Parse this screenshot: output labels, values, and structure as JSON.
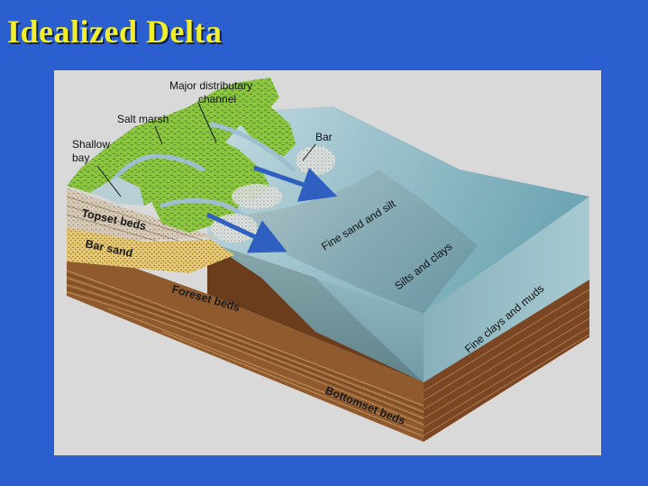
{
  "slide": {
    "title": "Idealized Delta"
  },
  "colors": {
    "background": "#2b5fd0",
    "title": "#f2ee2a",
    "panel": "#d9d9d9",
    "marsh": "#8cc63f",
    "water": "#7fb0bd",
    "sediment_brown": "#8a5128",
    "sand": "#e3c46e",
    "flow_arrow": "#2f5fc0"
  },
  "diagram": {
    "labels": {
      "shallow_bay": [
        "Shallow",
        "bay"
      ],
      "salt_marsh": "Salt marsh",
      "major_channel": [
        "Major distributary",
        "channel"
      ],
      "bar": "Bar",
      "topset_beds": "Topset beds",
      "bar_sand": "Bar sand",
      "foreset_beds": "Foreset beds",
      "bottomset_beds": "Bottomset beds",
      "fine_sand_silt": "Fine sand and silt",
      "silts_clays": "Silts and clays",
      "fine_clays_muds": "Fine clays and muds"
    }
  }
}
